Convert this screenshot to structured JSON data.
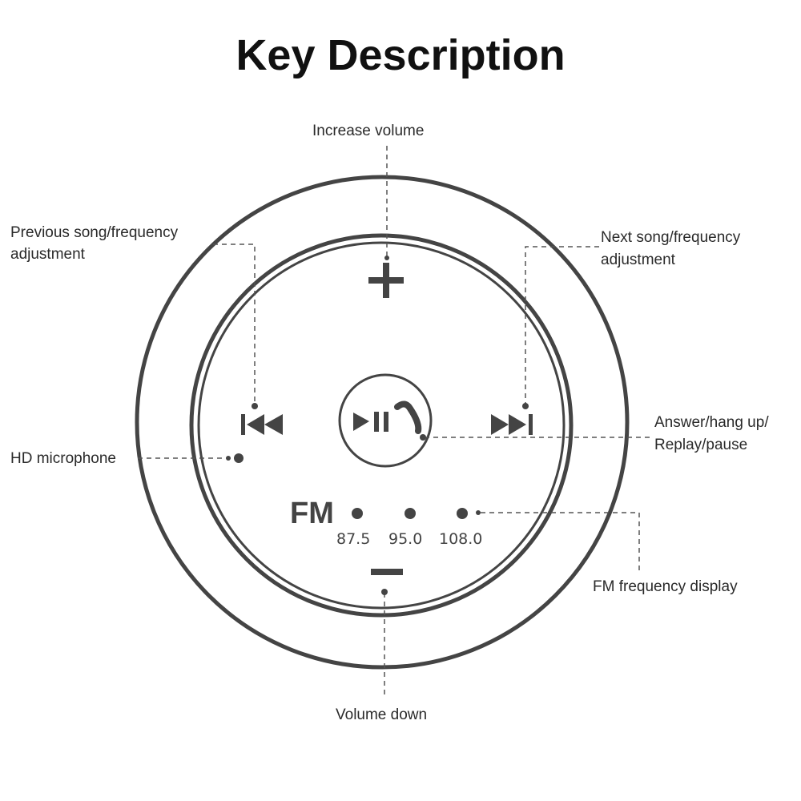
{
  "title": "Key Description",
  "labels": {
    "increase_volume": "Increase volume",
    "previous_line1": "Previous song/frequency",
    "previous_line2": "adjustment",
    "next_line1": "Next song/frequency",
    "next_line2": "adjustment",
    "answer_line1": "Answer/hang up/",
    "answer_line2": "Replay/pause",
    "hd_microphone": "HD microphone",
    "fm_display": "FM frequency display",
    "volume_down": "Volume down"
  },
  "device": {
    "fm_label": "FM",
    "frequencies": [
      "87.5",
      "95.0",
      "108.0"
    ]
  },
  "colors": {
    "line": "#444444",
    "text": "#2a2a2a"
  }
}
